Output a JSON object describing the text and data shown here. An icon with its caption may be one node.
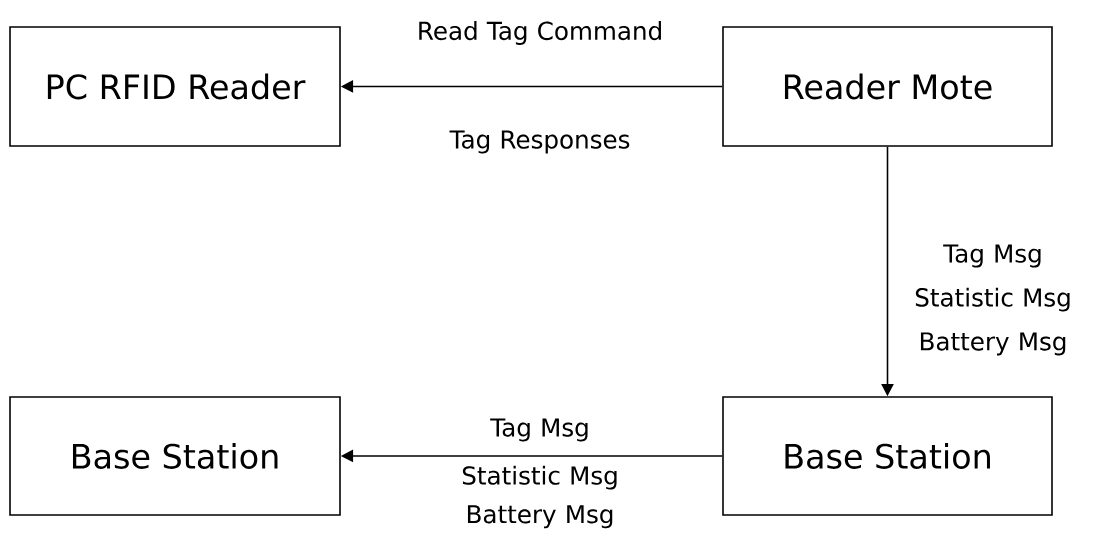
{
  "diagram": {
    "nodes": [
      {
        "text": [
          "PC RFID Reader"
        ]
      },
      {
        "text": [
          "Reader Mote"
        ]
      },
      {
        "text": [
          "Base Station"
        ]
      },
      {
        "text": [
          "Base Station"
        ]
      }
    ],
    "edges": [
      {
        "from": 1,
        "to": 0,
        "arrow": "to",
        "label": "Read Tag Command"
      },
      {
        "from": 1,
        "to": 3,
        "arrow": "to",
        "label": "Tag Msg Statistic Msg Battery Msg"
      },
      {
        "from": 3,
        "to": 2,
        "arrow": "to",
        "label": "Tag Msg"
      }
    ],
    "labels": [
      "Tag Responses",
      "Statistic Msg Battery Msg"
    ]
  }
}
